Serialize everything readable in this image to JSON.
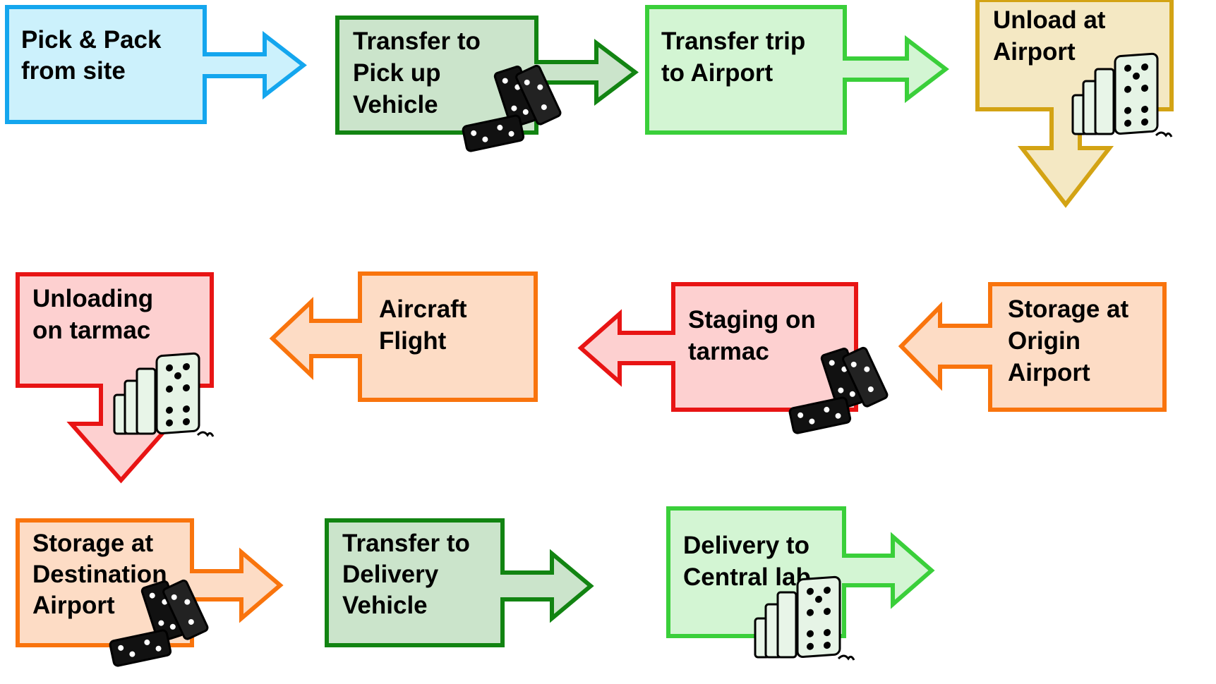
{
  "colors": {
    "blue": {
      "stroke": "#14A6EE",
      "fill": "#CCF1FC"
    },
    "dgreen": {
      "stroke": "#128412",
      "fill": "#CBE4CB"
    },
    "lgreen": {
      "stroke": "#3ACF3A",
      "fill": "#D3F5D3"
    },
    "gold": {
      "stroke": "#D3A314",
      "fill": "#F4E8C3"
    },
    "red": {
      "stroke": "#E81414",
      "fill": "#FDD0D0"
    },
    "orange": {
      "stroke": "#F9740D",
      "fill": "#FDDCC5"
    }
  },
  "steps": [
    {
      "id": "pick-pack",
      "lines": [
        "Pick & Pack",
        "from site"
      ],
      "color": "blue",
      "arrow": "right"
    },
    {
      "id": "transfer-pickup",
      "lines": [
        "Transfer to",
        "Pick up",
        "Vehicle"
      ],
      "color": "dgreen",
      "arrow": "right",
      "icon": "dominoes"
    },
    {
      "id": "transfer-trip",
      "lines": [
        "Transfer trip",
        "to Airport"
      ],
      "color": "lgreen",
      "arrow": "right"
    },
    {
      "id": "unload-airport",
      "lines": [
        "Unload at",
        "Airport"
      ],
      "color": "gold",
      "arrow": "down",
      "icon": "domino-stack"
    },
    {
      "id": "storage-origin",
      "lines": [
        "Storage at",
        "Origin",
        "Airport"
      ],
      "color": "orange",
      "arrow": "left"
    },
    {
      "id": "staging-tarmac",
      "lines": [
        "Staging on",
        "tarmac"
      ],
      "color": "red",
      "arrow": "left",
      "icon": "dominoes"
    },
    {
      "id": "aircraft-flight",
      "lines": [
        "Aircraft",
        "Flight"
      ],
      "color": "orange",
      "arrow": "left"
    },
    {
      "id": "unloading-tarmac",
      "lines": [
        "Unloading",
        "on tarmac"
      ],
      "color": "red",
      "arrow": "down",
      "icon": "domino-stack"
    },
    {
      "id": "storage-dest",
      "lines": [
        "Storage at",
        "Destination",
        "Airport"
      ],
      "color": "orange",
      "arrow": "right",
      "icon": "dominoes"
    },
    {
      "id": "transfer-delivery",
      "lines": [
        "Transfer to",
        "Delivery",
        "Vehicle"
      ],
      "color": "dgreen",
      "arrow": "right"
    },
    {
      "id": "delivery-lab",
      "lines": [
        "Delivery to",
        "Central lab"
      ],
      "color": "lgreen",
      "arrow": "right",
      "icon": "domino-stack"
    }
  ]
}
